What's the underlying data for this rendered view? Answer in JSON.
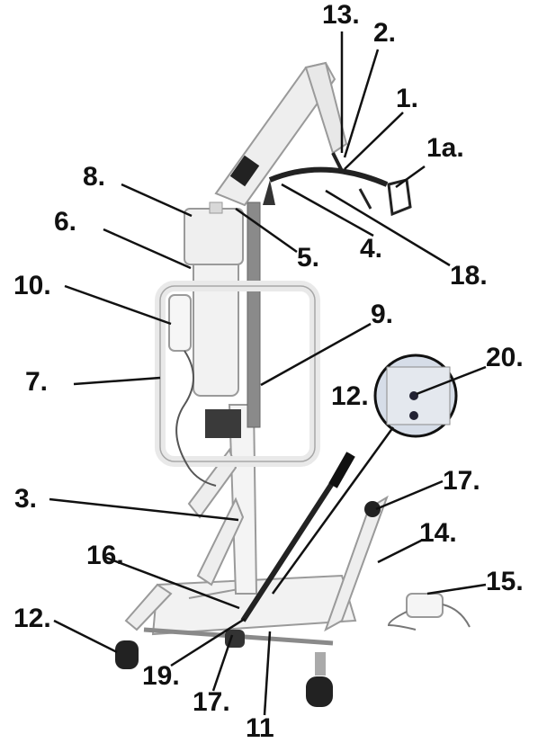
{
  "diagram": {
    "subject": "patient lift",
    "colors": {
      "frame": "#eeeeee",
      "frame_edge": "#9a9a9a",
      "metal": "#8a8a8a",
      "dark": "#222222",
      "ink": "#111111",
      "inset_bg": "#d6dde8"
    },
    "callouts": [
      {
        "id": "c13",
        "text": "13."
      },
      {
        "id": "c2",
        "text": "2."
      },
      {
        "id": "c1",
        "text": "1."
      },
      {
        "id": "c1a",
        "text": "1a."
      },
      {
        "id": "c8",
        "text": "8."
      },
      {
        "id": "c6",
        "text": "6."
      },
      {
        "id": "c5",
        "text": "5."
      },
      {
        "id": "c4",
        "text": "4."
      },
      {
        "id": "c18",
        "text": "18."
      },
      {
        "id": "c10",
        "text": "10."
      },
      {
        "id": "c9",
        "text": "9."
      },
      {
        "id": "c7",
        "text": "7."
      },
      {
        "id": "c20",
        "text": "20."
      },
      {
        "id": "c12top",
        "text": "12."
      },
      {
        "id": "c3",
        "text": "3."
      },
      {
        "id": "c17right",
        "text": "17."
      },
      {
        "id": "c14",
        "text": "14."
      },
      {
        "id": "c16",
        "text": "16."
      },
      {
        "id": "c15",
        "text": "15."
      },
      {
        "id": "c12bottom",
        "text": "12."
      },
      {
        "id": "c19",
        "text": "19."
      },
      {
        "id": "c17bottom",
        "text": "17."
      },
      {
        "id": "c11",
        "text": "11"
      }
    ]
  }
}
